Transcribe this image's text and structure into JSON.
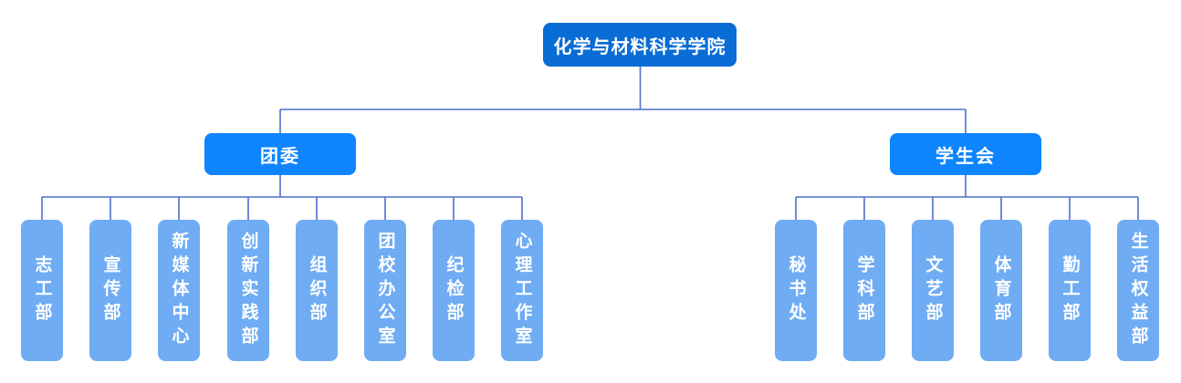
{
  "org_chart": {
    "root": {
      "label": "化学与材料科学学院"
    },
    "branches": [
      {
        "label": "团委",
        "children": [
          {
            "label": "志工部"
          },
          {
            "label": "宣传部"
          },
          {
            "label": "新媒体中心"
          },
          {
            "label": "创新实践部"
          },
          {
            "label": "组织部"
          },
          {
            "label": "团校办公室"
          },
          {
            "label": "纪检部"
          },
          {
            "label": "心理工作室"
          }
        ]
      },
      {
        "label": "学生会",
        "children": [
          {
            "label": "秘书处"
          },
          {
            "label": "学科部"
          },
          {
            "label": "文艺部"
          },
          {
            "label": "体育部"
          },
          {
            "label": "勤工部"
          },
          {
            "label": "生活权益部"
          }
        ]
      }
    ]
  },
  "colors": {
    "root_bg": "#0a6cd5",
    "branch_bg": "#0e85ff",
    "leaf_bg": "#6facf3",
    "connector": "#4c6fc9",
    "node_text": "#ffffff",
    "background": "#ffffff"
  }
}
